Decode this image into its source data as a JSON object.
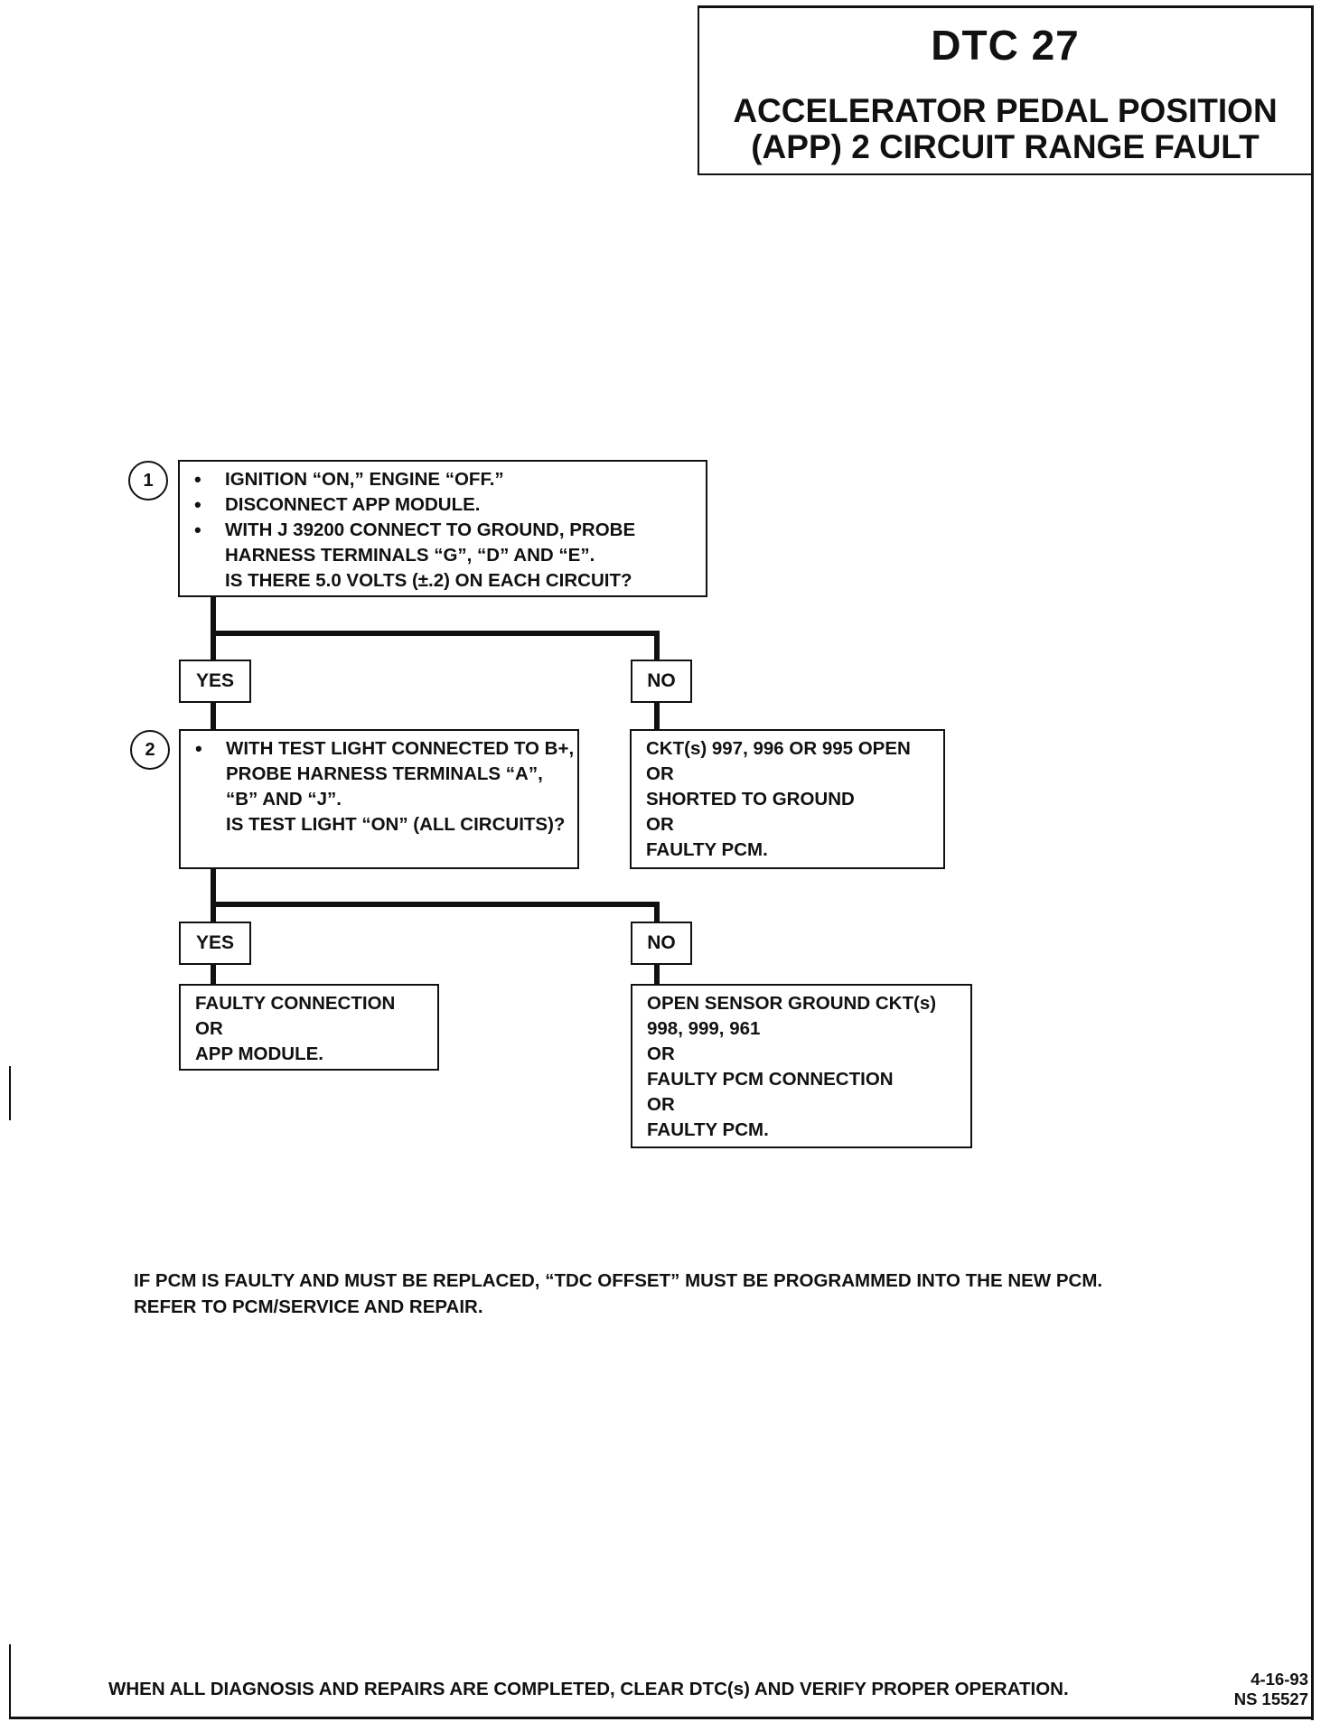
{
  "header": {
    "dtc": "DTC 27",
    "subtitle_line1": "ACCELERATOR PEDAL POSITION",
    "subtitle_line2": "(APP) 2 CIRCUIT RANGE FAULT"
  },
  "step1": {
    "number": "1",
    "items": [
      "IGNITION “ON,” ENGINE “OFF.”",
      "DISCONNECT APP MODULE.",
      "WITH J 39200 CONNECT TO GROUND, PROBE HARNESS TERMINALS “G”, “D” AND “E”."
    ],
    "question": "IS THERE 5.0 VOLTS (±.2) ON EACH CIRCUIT?"
  },
  "branch1": {
    "yes": "YES",
    "no": "NO"
  },
  "result1_no": [
    "CKT(s) 997, 996 OR 995 OPEN",
    "OR",
    "SHORTED TO GROUND",
    "OR",
    "FAULTY PCM."
  ],
  "step2": {
    "number": "2",
    "items": [
      "WITH TEST LIGHT CONNECTED TO B+, PROBE HARNESS TERMINALS “A”, “B” AND “J”."
    ],
    "question": "IS TEST LIGHT “ON” (ALL CIRCUITS)?"
  },
  "branch2": {
    "yes": "YES",
    "no": "NO"
  },
  "result2_yes": [
    "FAULTY CONNECTION",
    "OR",
    "APP MODULE."
  ],
  "result2_no": [
    "OPEN SENSOR GROUND CKT(s)",
    "998, 999, 961",
    "OR",
    "FAULTY PCM CONNECTION",
    "OR",
    "FAULTY PCM."
  ],
  "note": {
    "line1": "IF PCM IS FAULTY AND MUST BE REPLACED, “TDC OFFSET” MUST BE PROGRAMMED INTO THE NEW PCM.",
    "line2": "REFER TO PCM/SERVICE AND REPAIR."
  },
  "footer": {
    "text": "WHEN ALL DIAGNOSIS AND REPAIRS ARE COMPLETED, CLEAR DTC(s) AND VERIFY PROPER OPERATION.",
    "date": "4-16-93",
    "ref": "NS 15527"
  }
}
